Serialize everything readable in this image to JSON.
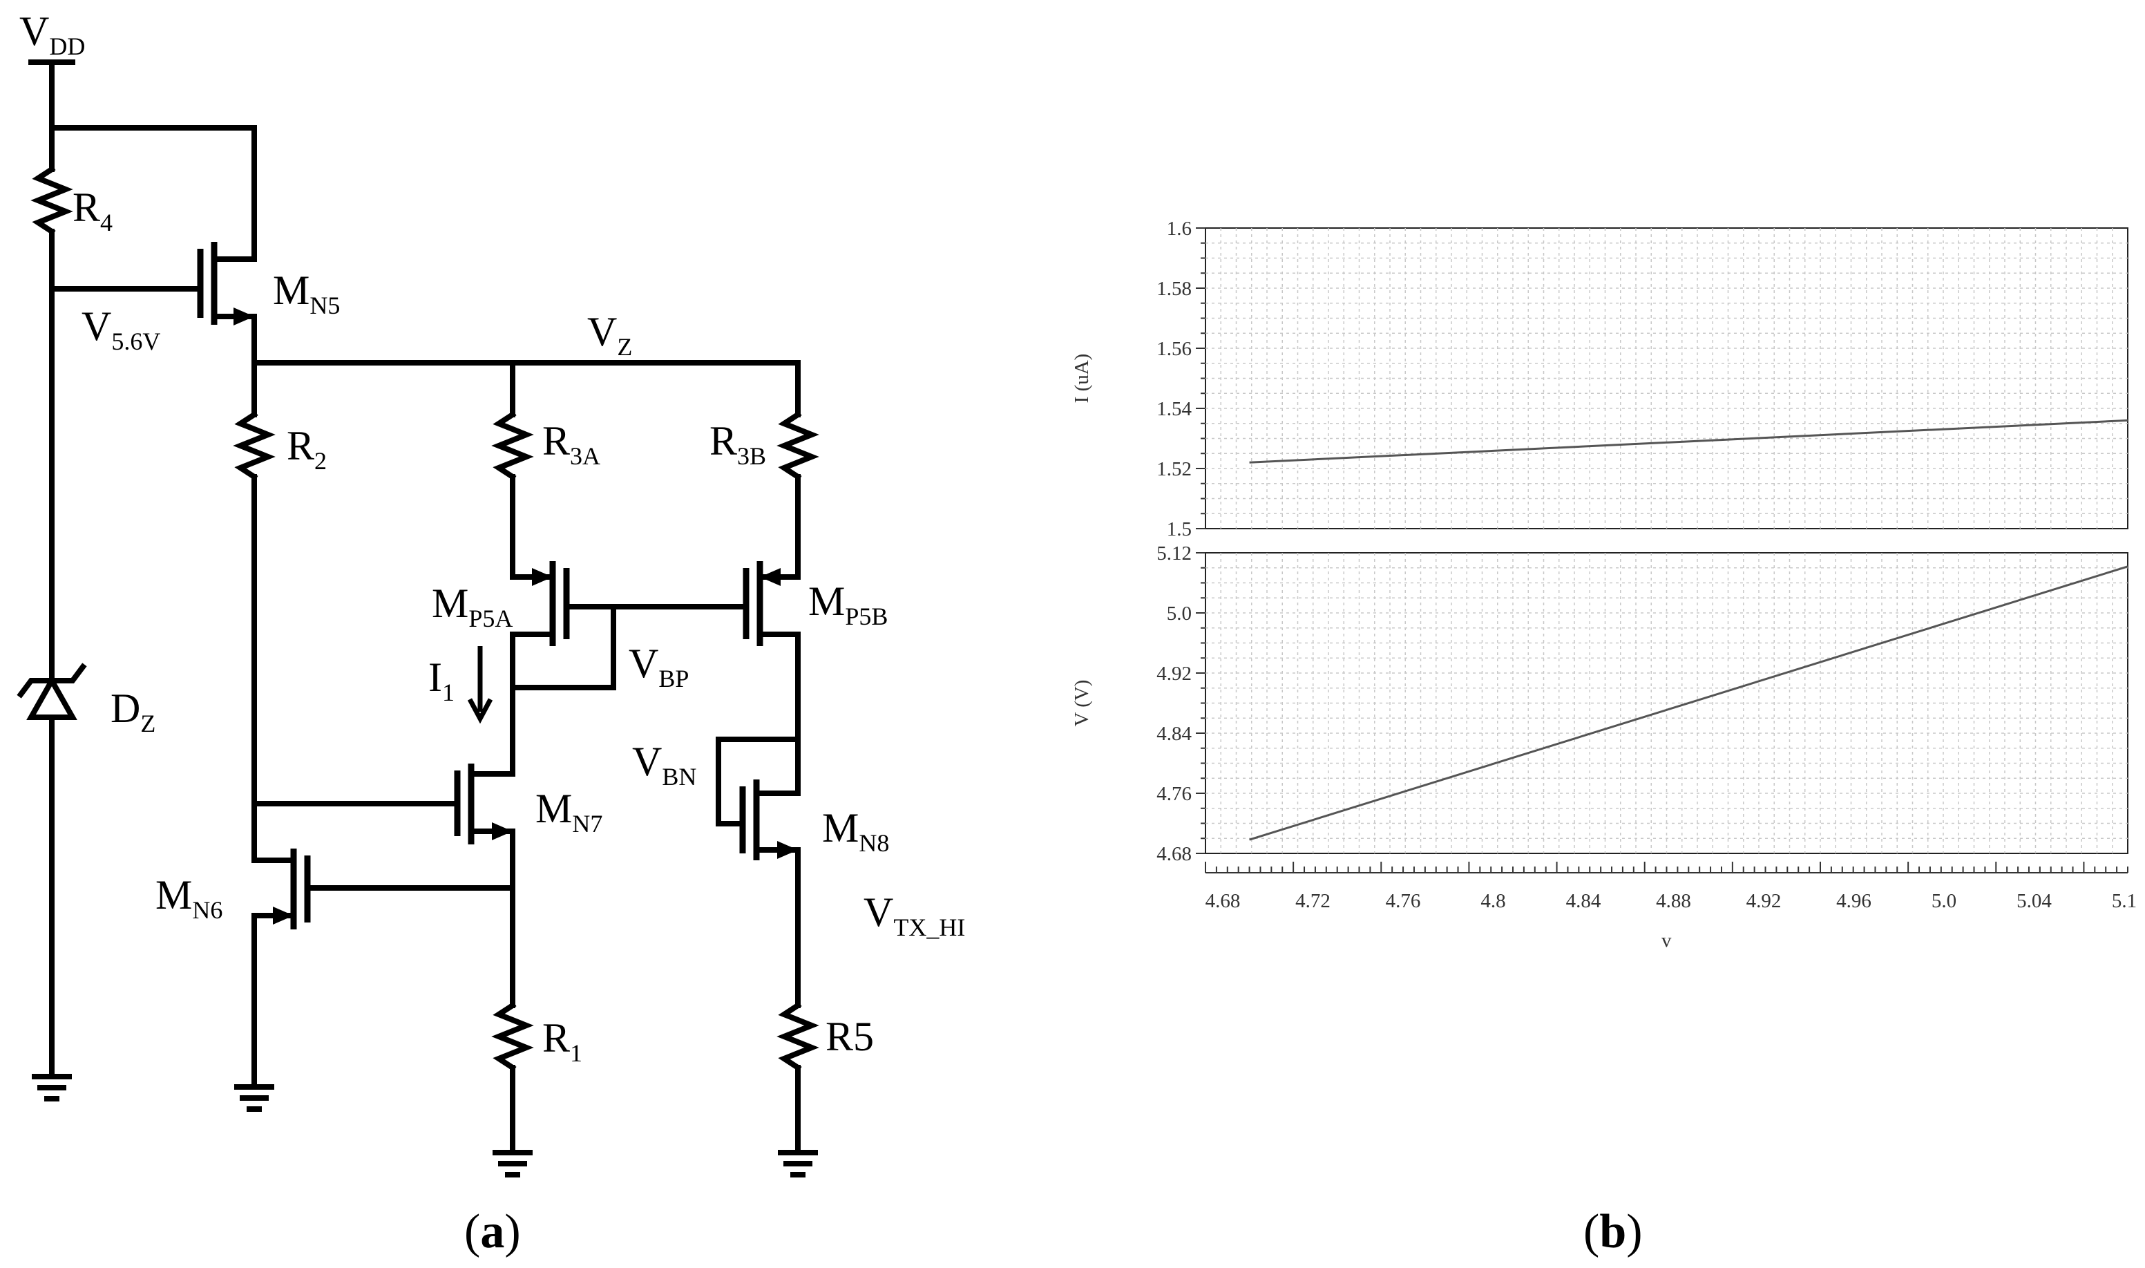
{
  "panel_a": {
    "caption_open": "(",
    "caption_letter": "a",
    "caption_close": ")",
    "labels": {
      "vdd": {
        "main": "V",
        "sub": "DD"
      },
      "r4": {
        "main": "R",
        "sub": "4"
      },
      "mn5": {
        "main": "M",
        "sub": "N5"
      },
      "v56": {
        "main": "V",
        "sub": "5.6V"
      },
      "vz": {
        "main": "V",
        "sub": "Z"
      },
      "r2": {
        "main": "R",
        "sub": "2"
      },
      "r3a": {
        "main": "R",
        "sub": "3A"
      },
      "r3b": {
        "main": "R",
        "sub": "3B"
      },
      "mp5a": {
        "main": "M",
        "sub": "P5A"
      },
      "mp5b": {
        "main": "M",
        "sub": "P5B"
      },
      "i1": {
        "main": "I",
        "sub": "1"
      },
      "vbp": {
        "main": "V",
        "sub": "BP"
      },
      "vbn": {
        "main": "V",
        "sub": "BN"
      },
      "dz": {
        "main": "D",
        "sub": "Z"
      },
      "mn7": {
        "main": "M",
        "sub": "N7"
      },
      "mn8": {
        "main": "M",
        "sub": "N8"
      },
      "mn6": {
        "main": "M",
        "sub": "N6"
      },
      "vtxhi": {
        "main": "V",
        "sub": "TX_HI"
      },
      "r1": {
        "main": "R",
        "sub": "1"
      },
      "r5": "R5"
    }
  },
  "panel_b": {
    "caption_open": "(",
    "caption_letter": "b",
    "caption_close": ")"
  },
  "chart_data": [
    {
      "type": "line",
      "ylabel": "I (uA)",
      "xlabel": "",
      "ylim": [
        1.5,
        1.6
      ],
      "yticks": [
        "1.6",
        "1.58",
        "1.56",
        "1.54",
        "1.52",
        "1.5"
      ],
      "xlim": [
        4.68,
        5.1
      ],
      "grid": true,
      "series": [
        {
          "x": [
            4.7,
            5.1
          ],
          "y": [
            1.522,
            1.536
          ]
        }
      ]
    },
    {
      "type": "line",
      "ylabel": "V (V)",
      "xlabel": "v",
      "ylim": [
        4.68,
        5.12
      ],
      "yticks": [
        "5.12",
        "5.0",
        "4.92",
        "4.84",
        "4.76",
        "4.68"
      ],
      "xlim": [
        4.68,
        5.1
      ],
      "xticks": [
        "4.68",
        "4.72",
        "4.76",
        "4.8",
        "4.84",
        "4.88",
        "4.92",
        "4.96",
        "5.0",
        "5.04",
        "5.1"
      ],
      "grid": true,
      "series": [
        {
          "x": [
            4.7,
            5.1
          ],
          "y": [
            4.7,
            5.1
          ]
        }
      ]
    }
  ]
}
